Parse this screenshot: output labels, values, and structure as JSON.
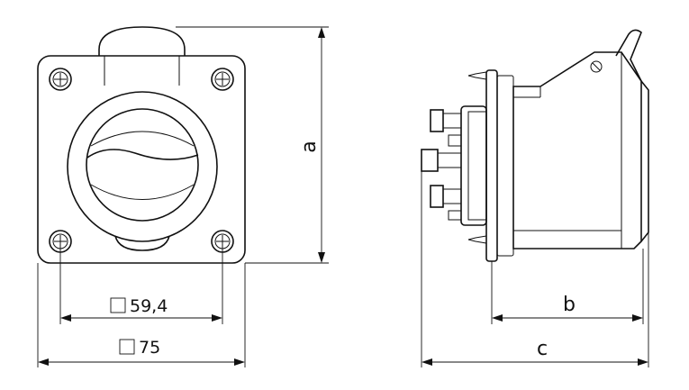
{
  "dimensions": {
    "a": "a",
    "b": "b",
    "c": "c",
    "inner_square": "59,4",
    "outer_square": "75"
  },
  "colors": {
    "line": "#111111",
    "background": "#ffffff"
  },
  "icons": {
    "square_symbol": "square-symbol-icon",
    "screw": "screw-icon"
  }
}
